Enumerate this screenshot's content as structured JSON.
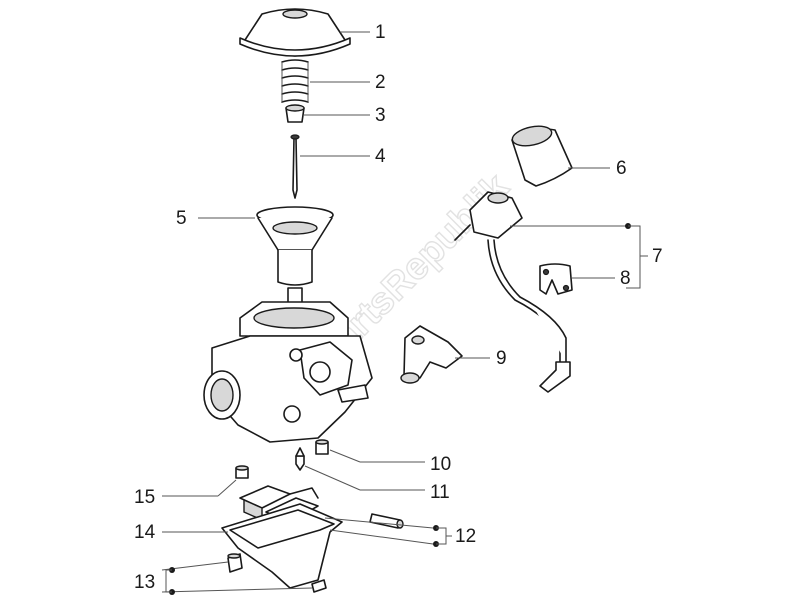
{
  "watermark": "PartsRepublik",
  "callouts": {
    "c1": "1",
    "c2": "2",
    "c3": "3",
    "c4": "4",
    "c5": "5",
    "c6": "6",
    "c7": "7",
    "c8": "8",
    "c9": "9",
    "c10": "10",
    "c11": "11",
    "c12": "12",
    "c13": "13",
    "c14": "14",
    "c15": "15"
  },
  "colors": {
    "line": "#1a1a1a",
    "leader": "#555555",
    "background": "#ffffff"
  }
}
